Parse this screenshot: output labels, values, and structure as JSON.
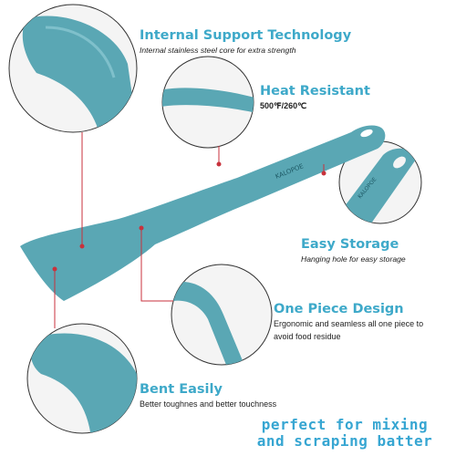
{
  "features": [
    {
      "title": "Internal Support Technology",
      "description": "Internal stainless steel core for extra strength"
    },
    {
      "title": "Heat Resistant",
      "temperature": "500℉/260℃"
    },
    {
      "title": "Easy Storage",
      "description": "Hanging hole for easy storage"
    },
    {
      "title": "One Piece Design",
      "description_lines": [
        "Ergonomic and seamless all one piece to",
        "avoid food residue"
      ]
    },
    {
      "title": "Bent Easily",
      "description": "Better toughnes and better touchness"
    }
  ],
  "tagline": [
    "perfect for mixing",
    "and scraping batter"
  ],
  "brand": "KALOPOE",
  "colors": {
    "silicone": "#5aa7b4",
    "accent_text": "#3ea9c9",
    "tagline": "#37a6d2",
    "callout_line": "#c8323c"
  },
  "icons": [
    "spatula-image",
    "callout-zoom-circle",
    "callout-line"
  ]
}
